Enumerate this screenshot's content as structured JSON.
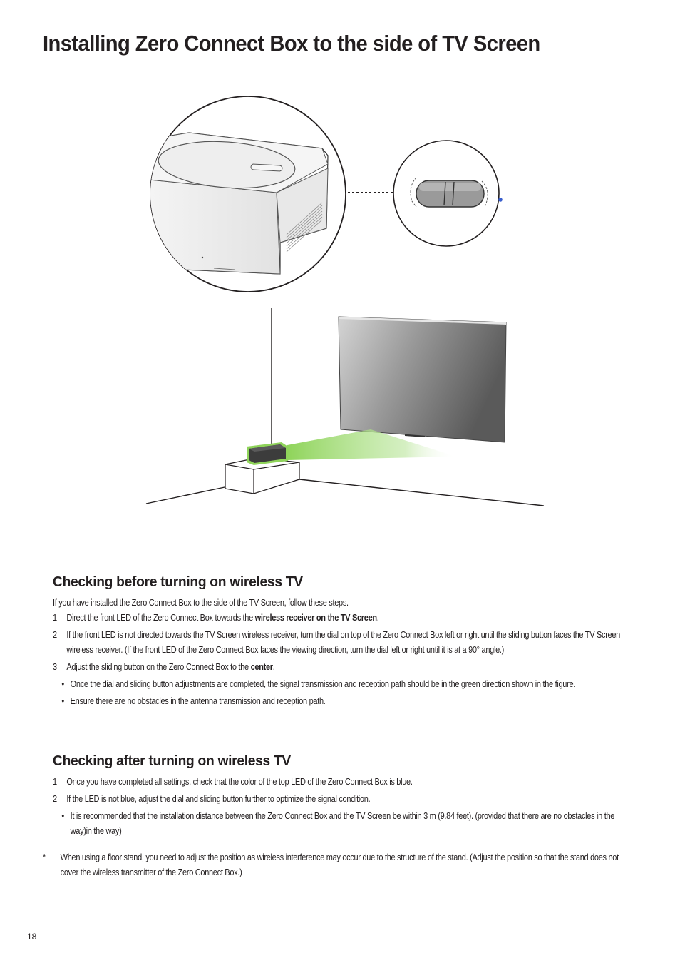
{
  "title": "Installing Zero Connect Box to the side of TV Screen",
  "colors": {
    "beam": "#8fd45a",
    "led": "#3a5fcd",
    "tv_dark": "#5e5e5e",
    "tv_light": "#c8c8c8"
  },
  "section1": {
    "heading": "Checking before turning on wireless TV",
    "intro": "If you have installed the Zero Connect Box to the side of the TV Screen, follow these steps.",
    "step1_num": "1",
    "step1_pre": "Direct the front LED of the Zero Connect Box towards the ",
    "step1_bold": "wireless receiver on the TV Screen",
    "step1_post": ".",
    "step2_num": "2",
    "step2": "If the front LED is not directed towards the TV Screen wireless receiver, turn the dial on top of the Zero Connect Box left or right until the sliding button faces the TV Screen wireless receiver. (If the front LED of the Zero Connect Box faces the viewing direction, turn the dial left or right until it is at a 90° angle.)",
    "step3_num": "3",
    "step3_pre": "Adjust the sliding button on the Zero Connect Box to the ",
    "step3_bold": "center",
    "step3_post": ".",
    "bullet_char": "•",
    "bullet1": "Once the dial and sliding button adjustments are completed, the signal transmission and reception path should be in the green direction shown in the figure.",
    "bullet2": "Ensure there are no obstacles in the antenna transmission and reception path."
  },
  "section2": {
    "heading": "Checking after turning on wireless TV",
    "step1_num": "1",
    "step1": "Once you have completed all settings, check that the color of the top LED of the Zero Connect Box is blue.",
    "step2_num": "2",
    "step2": "If the LED is not blue, adjust the dial and sliding button further to optimize the signal condition.",
    "bullet_char": "•",
    "bullet1": "It is recommended that the installation distance between the Zero Connect Box and the TV Screen be within 3 m (9.84 feet). (provided that there are no obstacles in the way)in the way)"
  },
  "note": {
    "mark": "*",
    "text": "When using a floor stand, you need to adjust the position as wireless interference may occur due to the structure of the stand. (Adjust the position so that the stand does not cover the wireless transmitter of the Zero Connect Box.)"
  },
  "page_number": "18"
}
